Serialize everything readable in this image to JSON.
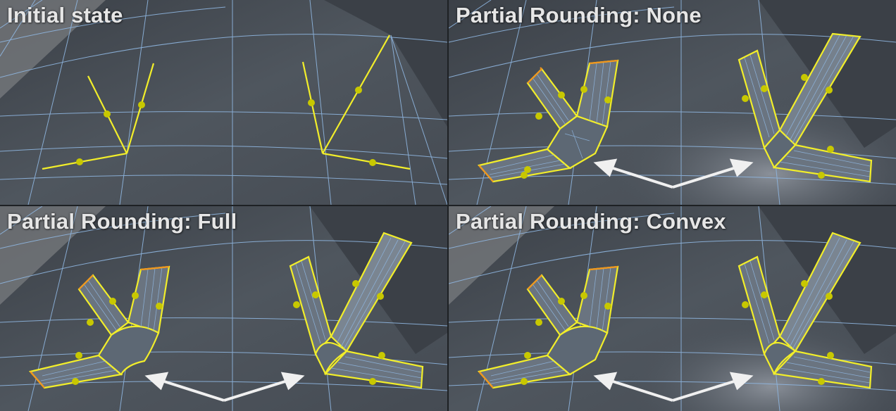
{
  "panels": [
    {
      "title": "Initial state",
      "variant": "initial"
    },
    {
      "title": "Partial Rounding: None",
      "variant": "none"
    },
    {
      "title": "Partial Rounding: Full",
      "variant": "full"
    },
    {
      "title": "Partial Rounding: Convex",
      "variant": "convex"
    }
  ],
  "colors": {
    "surface": "#4d545c",
    "wire": "#8fb6e0",
    "selected_edge": "#f2ee2a",
    "boundary_edge": "#f0951f",
    "edge_dot": "#c8c800",
    "arrow": "#f0f0f0"
  }
}
